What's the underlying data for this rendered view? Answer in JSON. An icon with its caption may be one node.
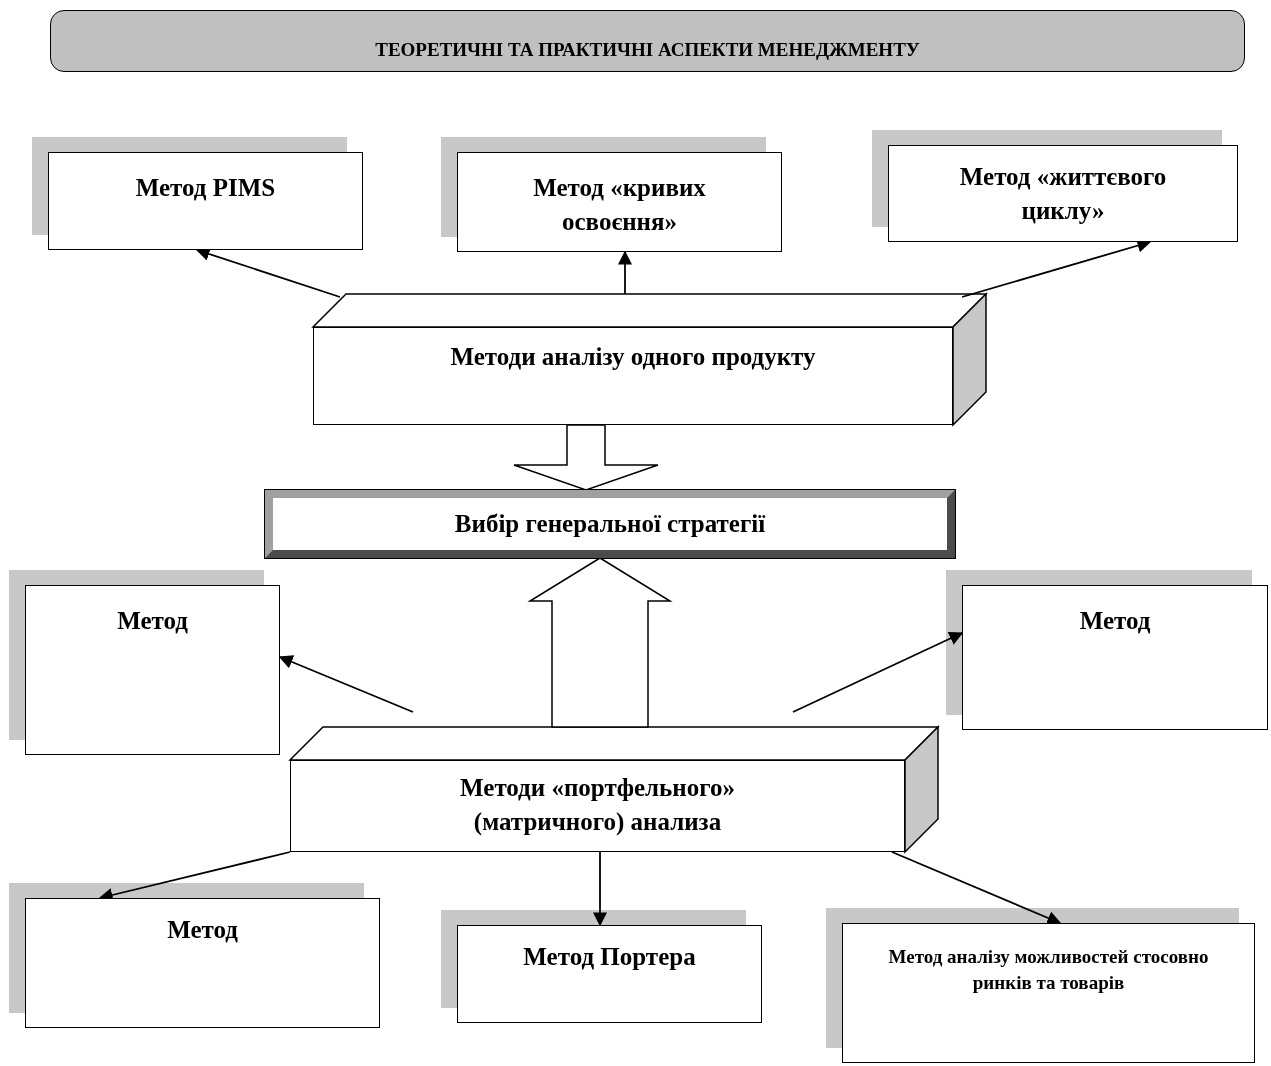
{
  "diagram": {
    "nodes": [
      {
        "text": [
          "ТЕОРЕТИЧНІ ТА ПРАКТИЧНІ АСПЕКТИ МЕНЕДЖМЕНТУ"
        ]
      },
      {
        "text": [
          "Метод PIMS"
        ]
      },
      {
        "text": [
          "Метод «кривих освоєння»"
        ]
      },
      {
        "text": [
          "Метод «життєвого циклу»"
        ]
      },
      {
        "text": [
          "Методи аналізу одного продукту"
        ]
      },
      {
        "text": [
          "Вибір генеральної стратегії"
        ]
      },
      {
        "text": [
          "Метод"
        ]
      },
      {
        "text": [
          "Метод"
        ]
      },
      {
        "text": [
          "Методи «портфельного» (матричного) анализа"
        ]
      },
      {
        "text": [
          "Метод"
        ]
      },
      {
        "text": [
          "Метод Портера"
        ]
      },
      {
        "text": [
          "Метод аналізу можливостей стосовно ринків та товарів"
        ]
      }
    ],
    "edges": [
      {
        "from": 4,
        "to": 1,
        "arrow": "to"
      },
      {
        "from": 4,
        "to": 2,
        "arrow": "to"
      },
      {
        "from": 4,
        "to": 3,
        "arrow": "to"
      },
      {
        "from": 4,
        "to": 5,
        "arrow": "to",
        "style": "thick"
      },
      {
        "from": 8,
        "to": 5,
        "arrow": "to",
        "style": "thick"
      },
      {
        "from": 8,
        "to": 6,
        "arrow": "to"
      },
      {
        "from": 8,
        "to": 7,
        "arrow": "to"
      },
      {
        "from": 8,
        "to": 9,
        "arrow": "to"
      },
      {
        "from": 8,
        "to": 10,
        "arrow": "to"
      },
      {
        "from": 8,
        "to": 11,
        "arrow": "to"
      }
    ]
  }
}
